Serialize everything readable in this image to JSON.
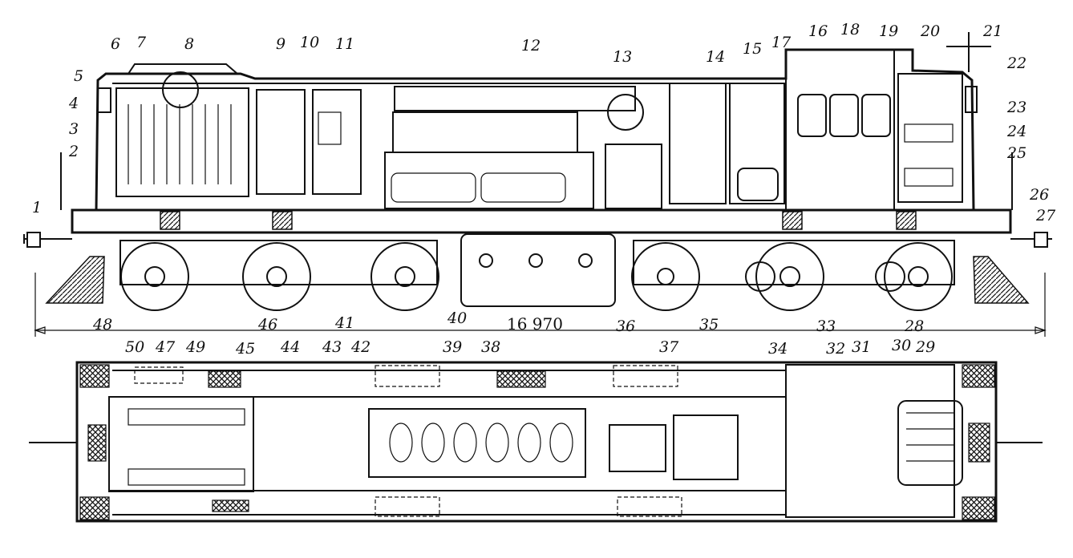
{
  "colors": {
    "ink": "#111111",
    "paper": "#ffffff"
  },
  "dimension": {
    "length_label": "16 970"
  },
  "callouts": [
    {
      "id": "c1",
      "label": "1"
    },
    {
      "id": "c2",
      "label": "2"
    },
    {
      "id": "c3",
      "label": "3"
    },
    {
      "id": "c4",
      "label": "4"
    },
    {
      "id": "c5",
      "label": "5"
    },
    {
      "id": "c6",
      "label": "6"
    },
    {
      "id": "c7",
      "label": "7"
    },
    {
      "id": "c8",
      "label": "8"
    },
    {
      "id": "c9",
      "label": "9"
    },
    {
      "id": "c10",
      "label": "10"
    },
    {
      "id": "c11",
      "label": "11"
    },
    {
      "id": "c12",
      "label": "12"
    },
    {
      "id": "c13",
      "label": "13"
    },
    {
      "id": "c14",
      "label": "14"
    },
    {
      "id": "c15",
      "label": "15"
    },
    {
      "id": "c16",
      "label": "16"
    },
    {
      "id": "c17",
      "label": "17"
    },
    {
      "id": "c18",
      "label": "18"
    },
    {
      "id": "c19",
      "label": "19"
    },
    {
      "id": "c20",
      "label": "20"
    },
    {
      "id": "c21",
      "label": "21"
    },
    {
      "id": "c22",
      "label": "22"
    },
    {
      "id": "c23",
      "label": "23"
    },
    {
      "id": "c24",
      "label": "24"
    },
    {
      "id": "c25",
      "label": "25"
    },
    {
      "id": "c26",
      "label": "26"
    },
    {
      "id": "c27",
      "label": "27"
    },
    {
      "id": "c28",
      "label": "28"
    },
    {
      "id": "c29",
      "label": "29"
    },
    {
      "id": "c30",
      "label": "30"
    },
    {
      "id": "c31",
      "label": "31"
    },
    {
      "id": "c32",
      "label": "32"
    },
    {
      "id": "c33",
      "label": "33"
    },
    {
      "id": "c34",
      "label": "34"
    },
    {
      "id": "c35",
      "label": "35"
    },
    {
      "id": "c36",
      "label": "36"
    },
    {
      "id": "c37",
      "label": "37"
    },
    {
      "id": "c38",
      "label": "38"
    },
    {
      "id": "c39",
      "label": "39"
    },
    {
      "id": "c40",
      "label": "40"
    },
    {
      "id": "c41",
      "label": "41"
    },
    {
      "id": "c42",
      "label": "42"
    },
    {
      "id": "c43",
      "label": "43"
    },
    {
      "id": "c44",
      "label": "44"
    },
    {
      "id": "c45",
      "label": "45"
    },
    {
      "id": "c46",
      "label": "46"
    },
    {
      "id": "c47",
      "label": "47"
    },
    {
      "id": "c48",
      "label": "48"
    },
    {
      "id": "c49",
      "label": "49"
    },
    {
      "id": "c50",
      "label": "50"
    }
  ]
}
